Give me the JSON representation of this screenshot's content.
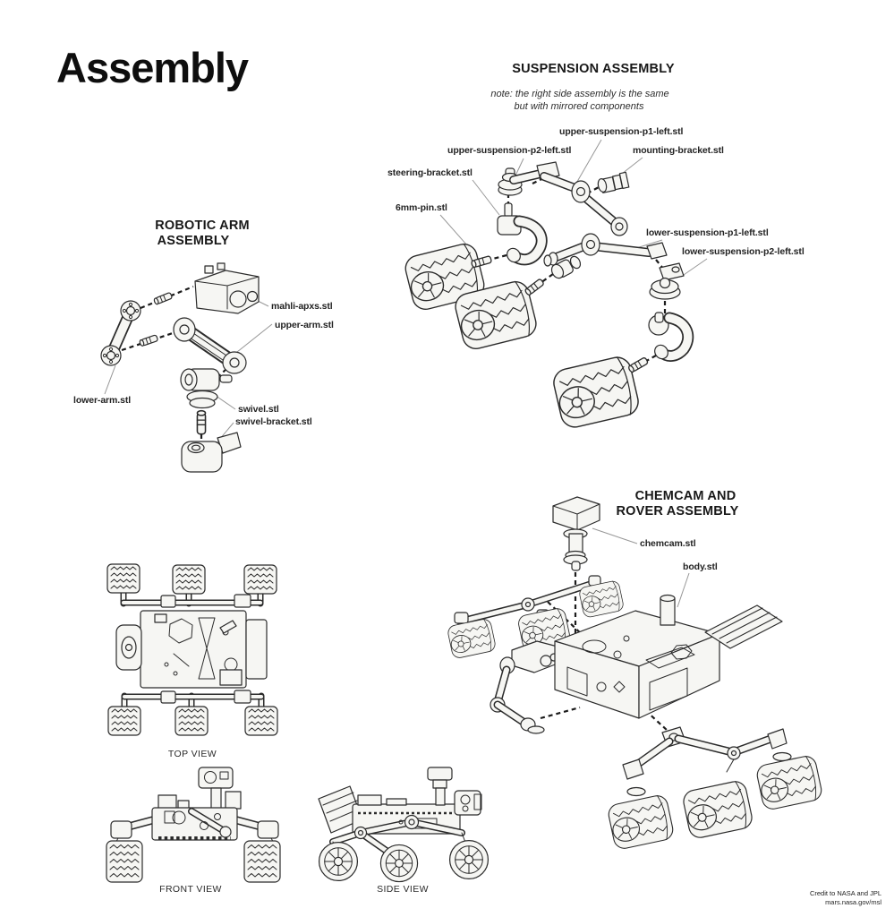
{
  "title": "Assembly",
  "suspension": {
    "heading": "SUSPENSION ASSEMBLY",
    "note1": "note: the right side assembly is the same",
    "note2": "but with mirrored components",
    "labels": {
      "upper_p1": "upper-suspension-p1-left.stl",
      "upper_p2": "upper-suspension-p2-left.stl",
      "mounting_bracket": "mounting-bracket.stl",
      "steering_bracket": "steering-bracket.stl",
      "pin6mm": "6mm-pin.stl",
      "lower_p1": "lower-suspension-p1-left.stl",
      "lower_p2": "lower-suspension-p2-left.stl"
    }
  },
  "robotic_arm": {
    "heading1": "ROBOTIC ARM",
    "heading2": "ASSEMBLY",
    "labels": {
      "mahli": "mahli-apxs.stl",
      "upper_arm": "upper-arm.stl",
      "lower_arm": "lower-arm.stl",
      "swivel": "swivel.stl",
      "swivel_bracket": "swivel-bracket.stl"
    }
  },
  "chemcam_rover": {
    "heading1": "CHEMCAM AND",
    "heading2": "ROVER ASSEMBLY",
    "labels": {
      "chemcam": "chemcam.stl",
      "body": "body.stl"
    }
  },
  "views": {
    "top": "TOP VIEW",
    "front": "FRONT VIEW",
    "side": "SIDE VIEW"
  },
  "credit": {
    "line1": "Credit to NASA and JPL",
    "line2": "mars.nasa.gov/msl"
  },
  "diagrams": {
    "robotic_arm": "robotic-arm-exploded-view",
    "suspension": "suspension-exploded-view",
    "chemcam_rover": "chemcam-rover-exploded-view",
    "top_view": "rover-top-view",
    "front_view": "rover-front-view",
    "side_view": "rover-side-view"
  },
  "colors": {
    "ink": "#2b2b2b",
    "part_fill": "#f6f6f3",
    "leader": "#979797",
    "background": "#ffffff"
  }
}
